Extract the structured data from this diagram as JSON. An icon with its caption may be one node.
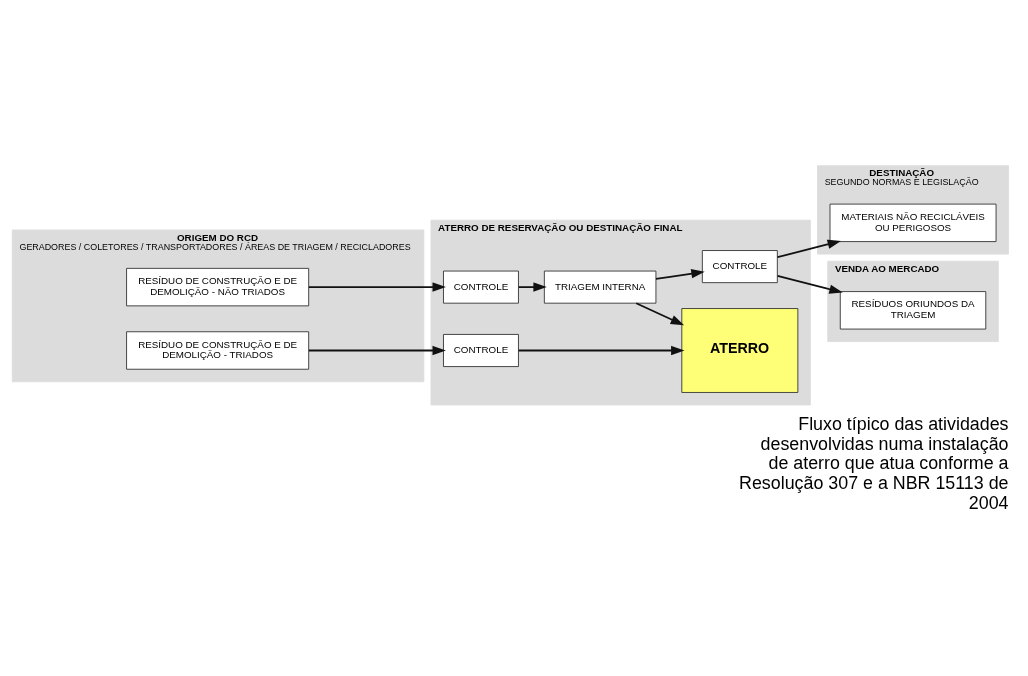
{
  "diagram": {
    "caption": "Fluxo típico das atividades desenvolvidas numa instalação de aterro que atua conforme a Resolução 307 e a NBR 15113 de 2004",
    "nodes": [
      {
        "text": [
          "ORIGEM DO RCD",
          "GERADORES / COLETORES / TRANSPORTADORES / ÁREAS DE TRIAGEM / RECICLADORES"
        ]
      },
      {
        "text": [
          "RESÍDUO DE CONSTRUÇÃO E DE DEMOLIÇÃO - NÃO TRIADOS"
        ],
        "in": 0
      },
      {
        "text": [
          "RESÍDUO DE CONSTRUÇÃO E DE DEMOLIÇÃO - TRIADOS"
        ],
        "in": 0
      },
      {
        "text": [
          "ATERRO DE RESERVAÇÃO OU DESTINAÇÃO FINAL"
        ]
      },
      {
        "text": [
          "CONTROLE"
        ],
        "in": 3
      },
      {
        "text": [
          "TRIAGEM INTERNA"
        ],
        "in": 3
      },
      {
        "text": [
          "CONTROLE"
        ],
        "in": 3
      },
      {
        "text": [
          "CONTROLE"
        ],
        "in": 3
      },
      {
        "text": [
          "ATERRO"
        ],
        "in": 3
      },
      {
        "text": [
          "DESTINAÇÃO",
          "SEGUNDO NORMAS E LEGISLAÇÃO"
        ]
      },
      {
        "text": [
          "MATERIAIS NÃO RECICLÁVEIS OU PERIGOSOS"
        ],
        "in": 9
      },
      {
        "text": [
          "VENDA AO MERCADO"
        ]
      },
      {
        "text": [
          "RESÍDUOS ORIUNDOS DA TRIAGEM"
        ],
        "in": 11
      }
    ],
    "edges": [
      {
        "from": 1,
        "to": 4,
        "arrow": "to"
      },
      {
        "from": 4,
        "to": 5,
        "arrow": "to"
      },
      {
        "from": 5,
        "to": 6,
        "arrow": "to"
      },
      {
        "from": 5,
        "to": 8,
        "arrow": "to"
      },
      {
        "from": 6,
        "to": 10,
        "arrow": "to"
      },
      {
        "from": 6,
        "to": 12,
        "arrow": "to"
      },
      {
        "from": 2,
        "to": 7,
        "arrow": "to"
      },
      {
        "from": 7,
        "to": 8,
        "arrow": "to"
      }
    ]
  }
}
